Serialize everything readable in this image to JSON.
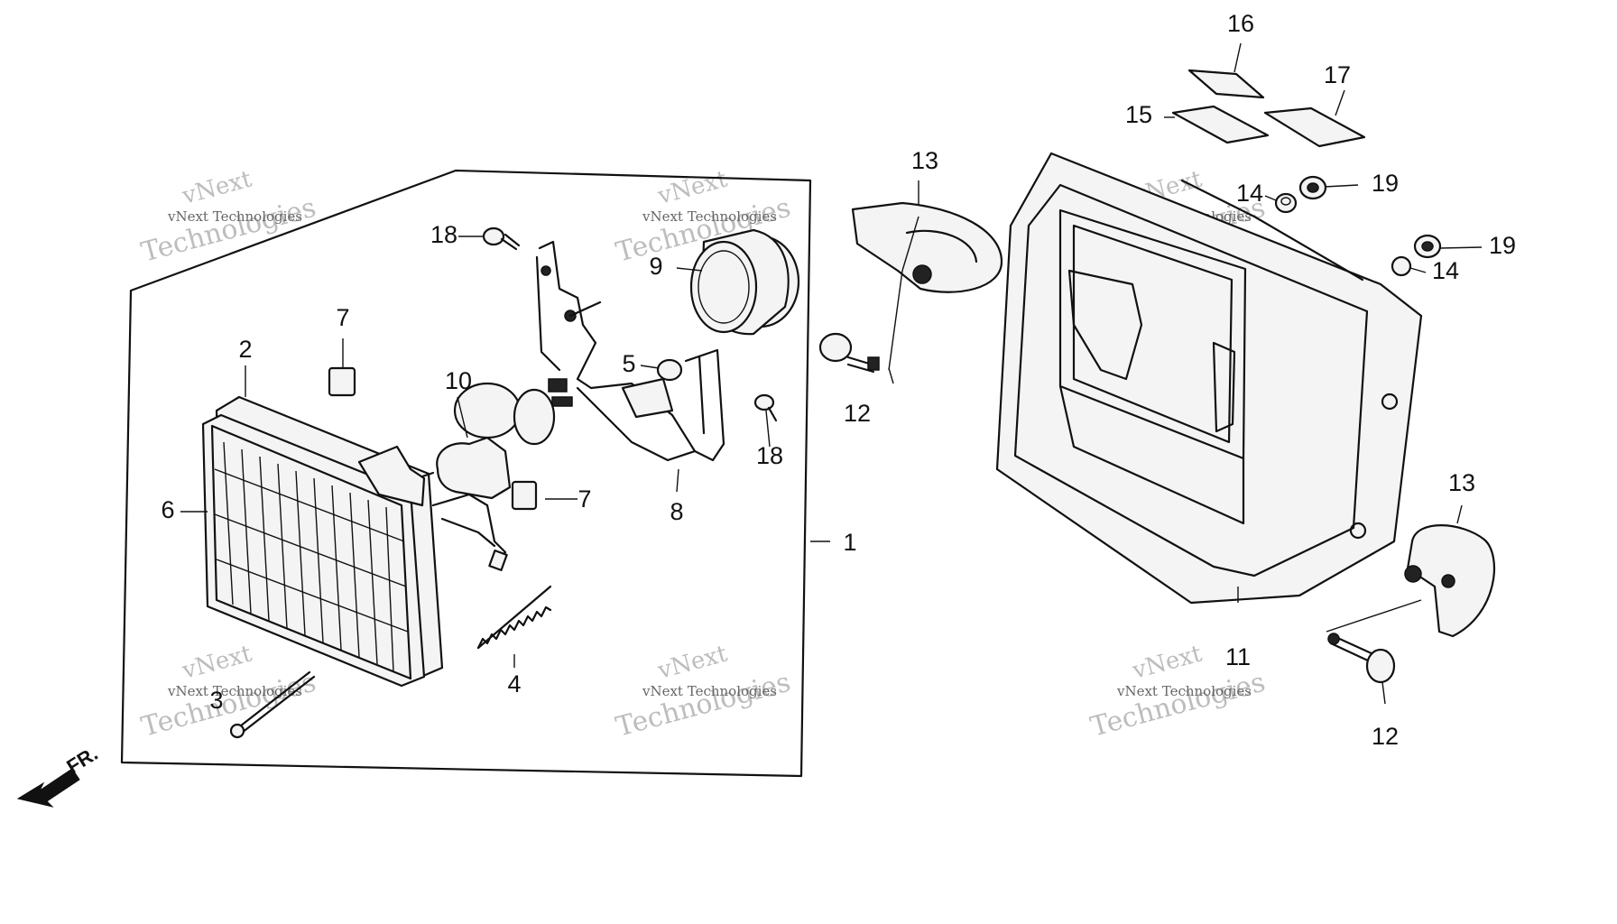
{
  "watermark": {
    "brand": "vNext",
    "company": "Technologies",
    "full": "vNext Technologies"
  },
  "direction_label": "FR.",
  "callouts": [
    "1",
    "2",
    "3",
    "4",
    "5",
    "6",
    "7",
    "7",
    "8",
    "9",
    "10",
    "11",
    "12",
    "12",
    "13",
    "13",
    "14",
    "14",
    "15",
    "16",
    "17",
    "18",
    "18",
    "19",
    "19"
  ]
}
